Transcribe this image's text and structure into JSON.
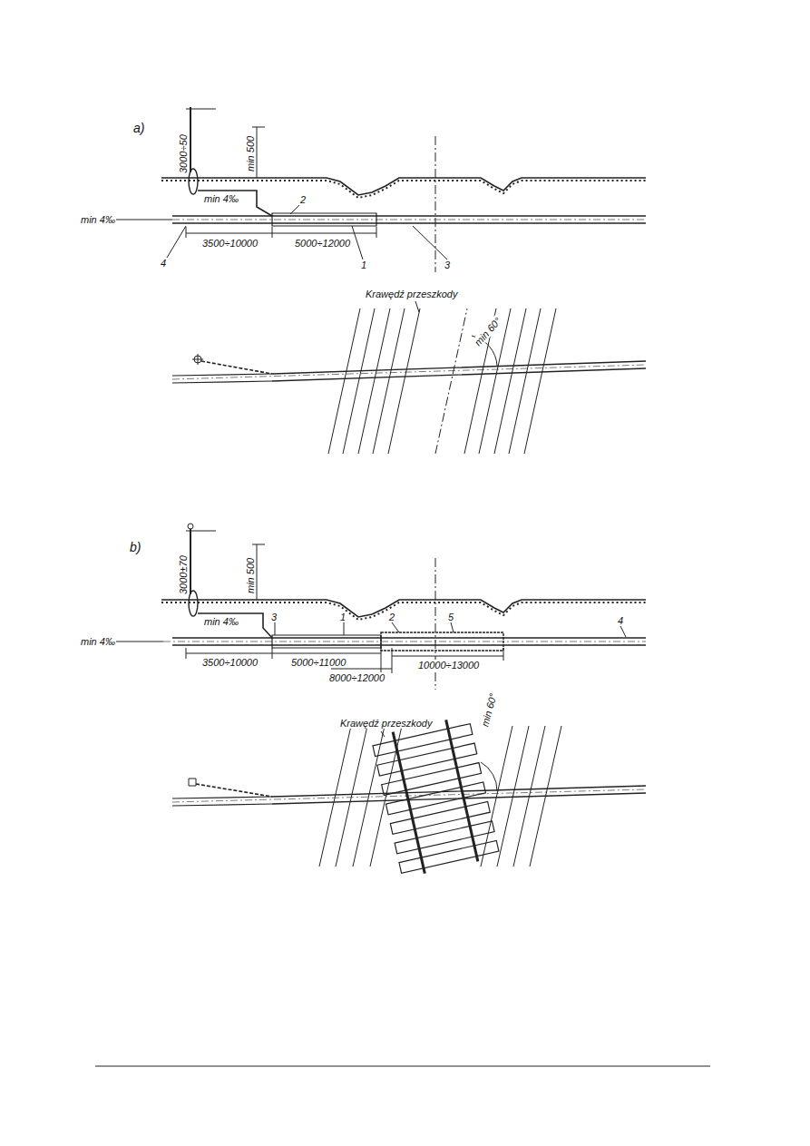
{
  "diagram": {
    "labels": [
      "a)",
      "3000÷50",
      "min 500",
      "min 4‰",
      "min 4‰",
      "2",
      "4",
      "3500÷10000",
      "5000÷12000",
      "1",
      "3",
      "Krawędź przeszkody",
      "min 60°",
      "b)",
      "3000±70",
      "min 500",
      "min 4‰",
      "3",
      "1",
      "2",
      "5",
      "min 4‰",
      "4",
      "3500÷10000",
      "5000÷11000",
      "8000÷12000",
      "10000÷13000",
      "Krawędź przeszkody",
      "min 60°"
    ]
  }
}
